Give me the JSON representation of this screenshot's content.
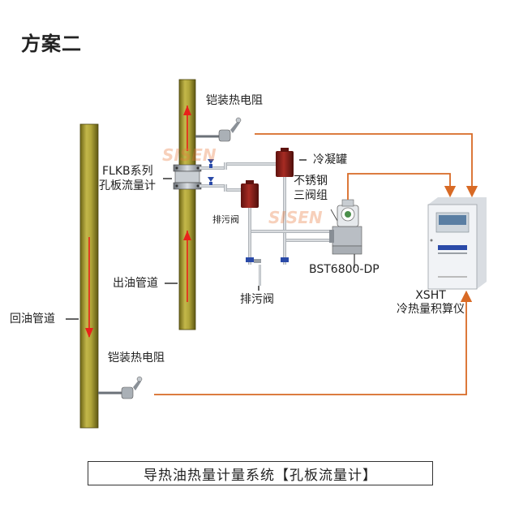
{
  "title": "方案二",
  "labels": {
    "rtd_top": "铠装热电阻",
    "condenser": "冷凝罐",
    "orifice_line1": "FLKB系列",
    "orifice_line2": "孔板流量计",
    "valve_group_line1": "不锈钢",
    "valve_group_line2": "三阀组",
    "drain_small": "排污阀",
    "drain_main": "排污阀",
    "transmitter": "BST6800-DP",
    "outlet_pipe": "出油管道",
    "return_pipe": "回油管道",
    "calc_line1": "XSHT",
    "calc_line2": "冷热量积算仪",
    "rtd_bottom": "铠装热电阻"
  },
  "watermark": "SISEN",
  "caption": "导热油热量计量系统【孔板流量计】",
  "colors": {
    "pipe": "#a59a2e",
    "flow_arrow": "#e8221b",
    "signal_line": "#d86a25",
    "condenser": "#8b1f1a",
    "cabinet": "#f1f3f6"
  }
}
